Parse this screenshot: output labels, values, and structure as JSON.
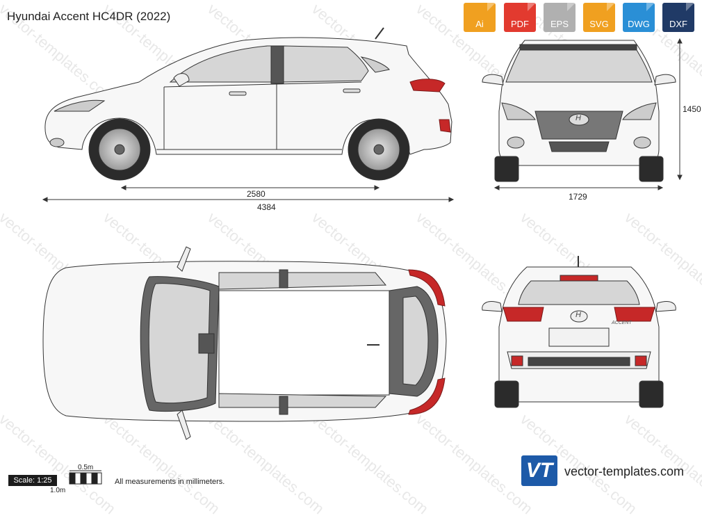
{
  "title": "Hyundai Accent HC4DR (2022)",
  "formats": [
    {
      "label": "Ai",
      "color": "#f0a020"
    },
    {
      "label": "PDF",
      "color": "#e23a2f"
    },
    {
      "label": "EPS",
      "color": "#b0b0b0"
    },
    {
      "label": "SVG",
      "color": "#f0a020"
    },
    {
      "label": "DWG",
      "color": "#2a8fd6"
    },
    {
      "label": "DXF",
      "color": "#203a66"
    }
  ],
  "dimensions": {
    "wheelbase": "2580",
    "length": "4384",
    "width": "1729",
    "height": "1450"
  },
  "scale": {
    "label": "Scale: 1:25",
    "half_meter": "0.5m",
    "one_meter": "1.0m",
    "note": "All measurements in millimeters."
  },
  "brand": {
    "logo": "VT",
    "site": "vector-templates.com"
  },
  "watermark_text": "vector-templates.com",
  "hyundai_badge": "H",
  "rear_badge": "ACCENT"
}
